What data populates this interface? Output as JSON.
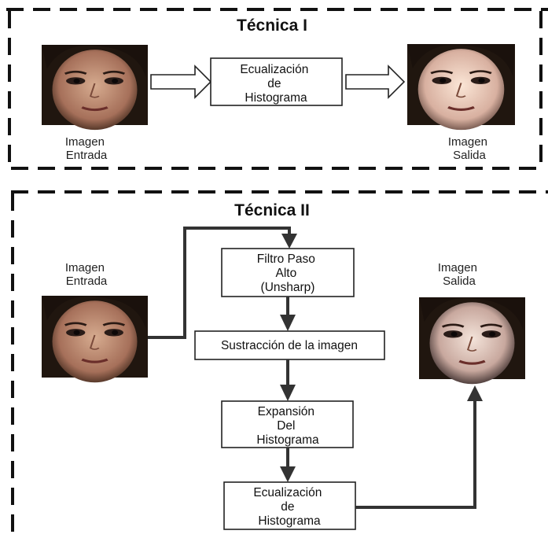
{
  "technique_1": {
    "title": "Técnica I",
    "input_label": [
      "Imagen",
      "Entrada"
    ],
    "output_label": [
      "Imagen",
      "Salida"
    ],
    "process": [
      "Ecualización",
      "de",
      "Histograma"
    ]
  },
  "technique_2": {
    "title": "Técnica II",
    "input_label": [
      "Imagen",
      "Entrada"
    ],
    "output_label": [
      "Imagen",
      "Salida"
    ],
    "steps": {
      "filter": [
        "Filtro Paso",
        "Alto",
        "(Unsharp)"
      ],
      "subtraction": [
        "Sustracción de la imagen"
      ],
      "expansion": [
        "Expansión",
        "Del",
        "Histograma"
      ],
      "equalization": [
        "Ecualización",
        "de",
        "Histograma"
      ]
    }
  },
  "colors": {
    "line": "#111111",
    "arrow": "#333333",
    "skin": "#c79a80",
    "hair": "#1e1410"
  }
}
